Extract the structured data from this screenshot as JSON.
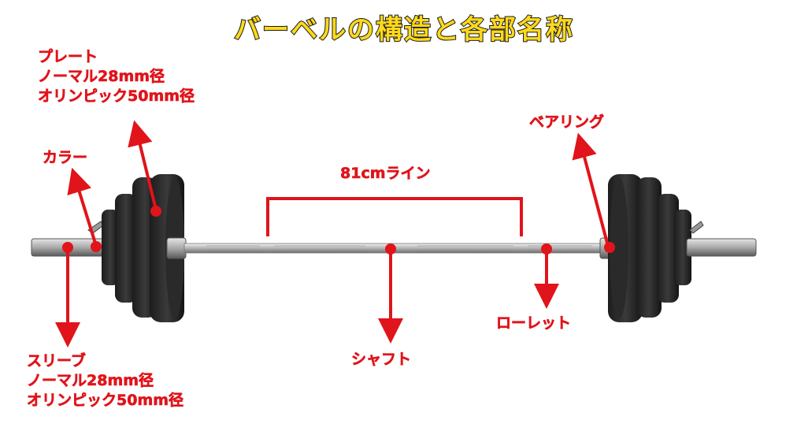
{
  "title": "バーベルの構造と各部名称",
  "colors": {
    "title_fill": "#ffd91a",
    "title_outline": "#1a1a1a",
    "label": "#e0141a",
    "marker": "#e0141a",
    "plate": "#262626",
    "bar": "#c9c9c9"
  },
  "labels": {
    "plate": [
      "プレート",
      "ノーマル28mm径",
      "オリンピック50mm径"
    ],
    "collar": "カラー",
    "sleeve": [
      "スリーブ",
      "ノーマル28mm径",
      "オリンピック50mm径"
    ],
    "line_81cm": "81cmライン",
    "shaft": "シャフト",
    "knurling": "ローレット",
    "bearing": "ベアリング"
  }
}
